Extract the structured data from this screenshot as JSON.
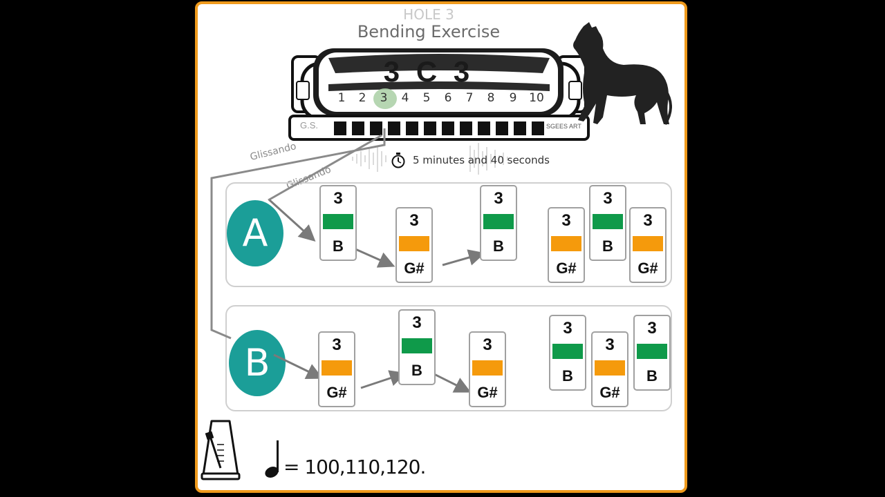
{
  "header": {
    "hole": "HOLE 3",
    "title": "Bending Exercise"
  },
  "harmonica": {
    "code": "3 C 3",
    "holes": [
      "1",
      "2",
      "3",
      "4",
      "5",
      "6",
      "7",
      "8",
      "9",
      "10"
    ],
    "highlighted_hole": "3",
    "brand_left": "G.S.",
    "brand_right": "SGEES ART"
  },
  "timer": {
    "duration": "5 minutes and 40 seconds",
    "icon": "stopwatch-icon"
  },
  "glissando": {
    "label_1": "Glissando",
    "label_2": "Glissando"
  },
  "exercises": {
    "a": {
      "label": "A"
    },
    "b": {
      "label": "B"
    }
  },
  "cards": {
    "a1": {
      "hole": "3",
      "note": "B"
    },
    "a2": {
      "hole": "3",
      "note": "G#"
    },
    "a3": {
      "hole": "3",
      "note": "B"
    },
    "a4": {
      "hole": "3",
      "note": "G#"
    },
    "a5": {
      "hole": "3",
      "note": "B"
    },
    "a6": {
      "hole": "3",
      "note": "G#"
    },
    "b1": {
      "hole": "3",
      "note": "G#"
    },
    "b2": {
      "hole": "3",
      "note": "B"
    },
    "b3": {
      "hole": "3",
      "note": "G#"
    },
    "b4": {
      "hole": "3",
      "note": "B"
    },
    "b5": {
      "hole": "3",
      "note": "G#"
    },
    "b6": {
      "hole": "3",
      "note": "B"
    }
  },
  "colors": {
    "accent": "#ef9a1c",
    "badge": "#1b9e98",
    "blow": "#0f9a4a",
    "bend": "#f59a0c"
  },
  "tempo": {
    "text": "= 100,110,120.",
    "icon": "quarter-note-icon",
    "metronome_icon": "metronome-icon"
  }
}
